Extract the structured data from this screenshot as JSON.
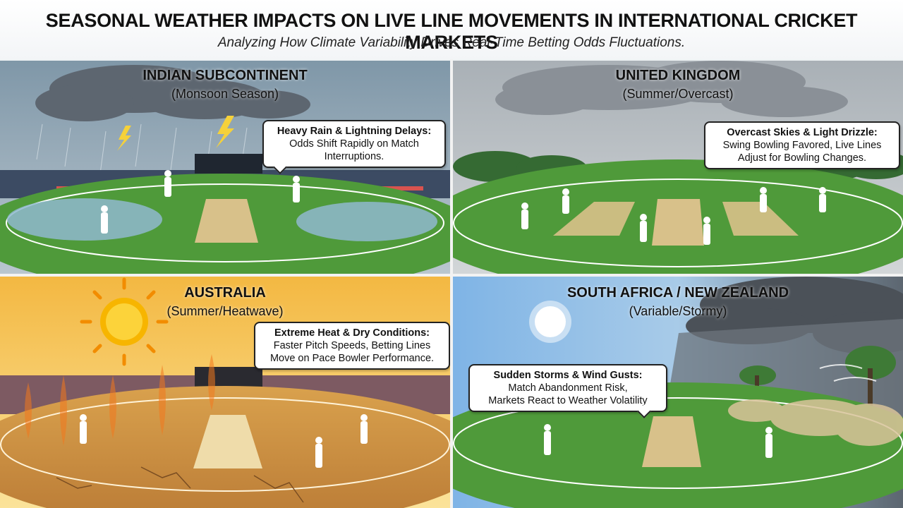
{
  "header": {
    "title": "SEASONAL WEATHER IMPACTS ON LIVE LINE MOVEMENTS IN INTERNATIONAL CRICKET MARKETS",
    "subtitle": "Analyzing How Climate Variability Drives Real-Time Betting Odds Fluctuations."
  },
  "panels": {
    "india": {
      "region": "INDIAN SUBCONTINENT",
      "season": "(Monsoon Season)",
      "callout_head": "Heavy Rain & Lightning Delays:",
      "callout_line1": "Odds Shift Rapidly on Match",
      "callout_line2": "Interruptions."
    },
    "uk": {
      "region": "UNITED KINGDOM",
      "season": "(Summer/Overcast)",
      "callout_head": "Overcast Skies & Light Drizzle:",
      "callout_line1": "Swing Bowling Favored, Live Lines",
      "callout_line2": "Adjust for Bowling Changes."
    },
    "australia": {
      "region": "AUSTRALIA",
      "season": "(Summer/Heatwave)",
      "callout_head": "Extreme Heat & Dry Conditions:",
      "callout_line1": "Faster Pitch Speeds, Betting Lines",
      "callout_line2": "Move on Pace Bowler Performance."
    },
    "sa_nz": {
      "region": "SOUTH AFRICA / NEW ZEALAND",
      "season": "(Variable/Stormy)",
      "callout_head": "Sudden Storms & Wind Gusts:",
      "callout_line1": "Match Abandonment Risk,",
      "callout_line2": "Markets React to Weather Volatility"
    }
  },
  "colors": {
    "grass": "#4f9a3a",
    "pitch": "#d8c18a",
    "monsoon_sky": "#8da3b3",
    "overcast_sky": "#b8bec3",
    "heat_sky": "#f6c95c",
    "clear_sky": "#86b8e6"
  }
}
